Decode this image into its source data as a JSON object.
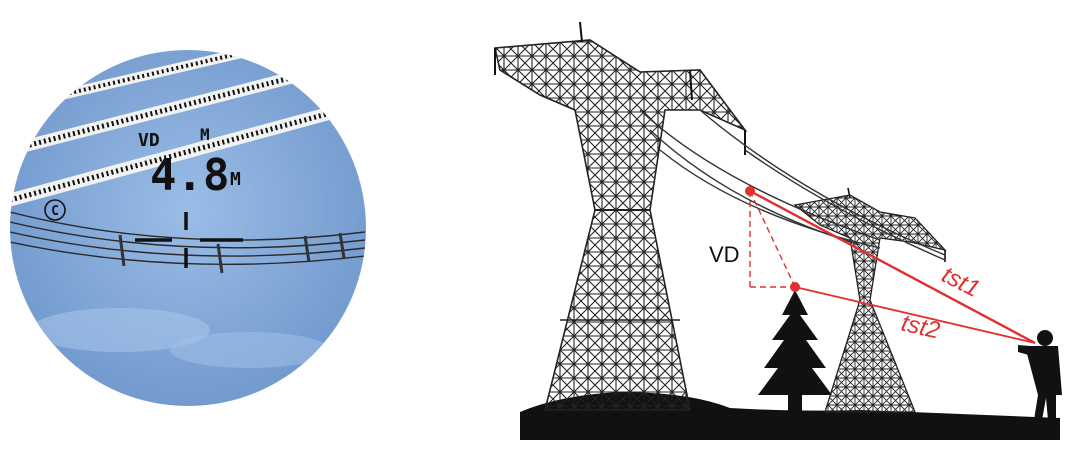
{
  "viewfinder": {
    "mode_label": "VD",
    "unit_top": "M",
    "reading": "4.8",
    "unit": "M",
    "mode_icon": "C"
  },
  "diagram": {
    "vd_label": "VD",
    "line1_label": "tst1",
    "line2_label": "tst2"
  },
  "colors": {
    "sky": "#7fa7d8",
    "measure_red": "#e03030",
    "silhouette": "#111111",
    "display": "#111111"
  }
}
